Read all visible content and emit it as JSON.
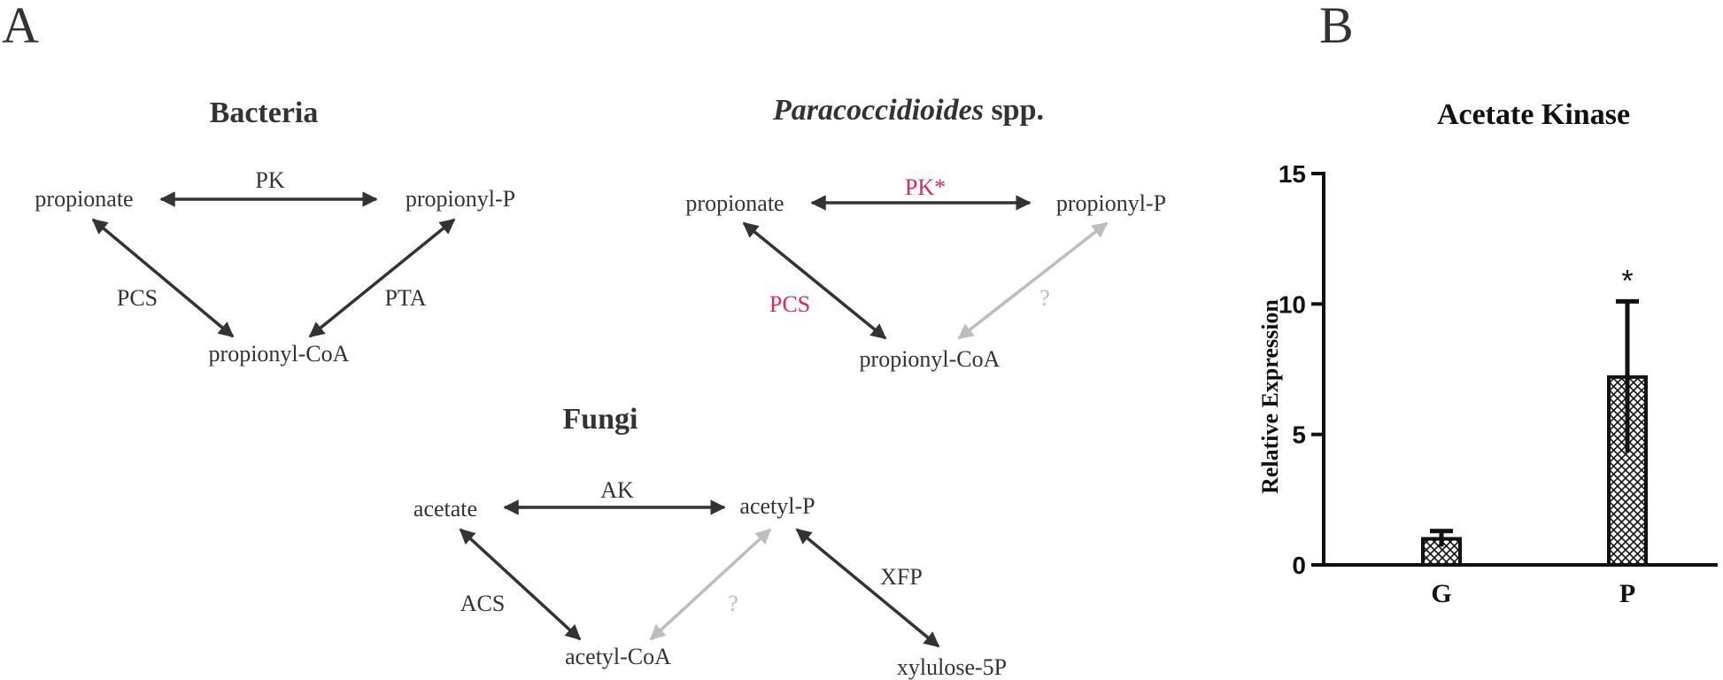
{
  "panel_a": {
    "letter": "A",
    "bacteria": {
      "title": "Bacteria",
      "nodes": {
        "left": "propionate",
        "right": "propionyl-P",
        "bottom": "propionyl-CoA"
      },
      "edges": {
        "top": "PK",
        "left": "PCS",
        "right": "PTA"
      }
    },
    "paracoccidioides": {
      "title_italic": "Paracoccidioides",
      "title_rest": " spp.",
      "nodes": {
        "left": "propionate",
        "right": "propionyl-P",
        "bottom": "propionyl-CoA"
      },
      "edges": {
        "top": "PK*",
        "left": "PCS",
        "right": "?"
      }
    },
    "fungi": {
      "title": "Fungi",
      "nodes": {
        "left": "acetate",
        "right": "acetyl-P",
        "bottom": "acetyl-CoA",
        "far": "xylulose-5P"
      },
      "edges": {
        "top": "AK",
        "left": "ACS",
        "mid": "?",
        "right": "XFP"
      }
    },
    "colors": {
      "dark": "#333333",
      "gray": "#bdbdbd",
      "highlight": "#e8245c"
    }
  },
  "panel_b": {
    "letter": "B",
    "chart_data": {
      "type": "bar",
      "title": "Acetate Kinase",
      "ylabel": "Relative Expression",
      "xlabel": "",
      "categories": [
        "G",
        "P"
      ],
      "values": [
        1.0,
        7.2
      ],
      "error": [
        0.3,
        2.9
      ],
      "significance": [
        "",
        "*"
      ],
      "ylim": [
        0,
        15
      ],
      "yticks": [
        "0",
        "5",
        "10",
        "15"
      ],
      "grid": false,
      "fill": "crosshatch"
    }
  }
}
